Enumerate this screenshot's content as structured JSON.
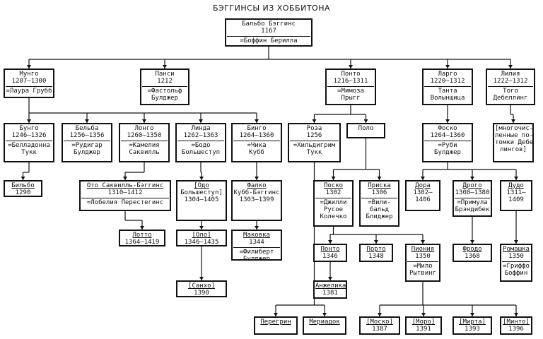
{
  "title": "БЭГГИНСЫ ИЗ ХОББИТОНА",
  "nodes": {
    "balbo": {
      "lines": [
        "Бальбо Бэггинс",
        "1167"
      ],
      "spouse": [
        "=Боффин Берилла"
      ]
    },
    "mungo": {
      "lines": [
        "Мунго",
        "1207–1300"
      ],
      "spouse": [
        "=Лаура Грубб"
      ]
    },
    "pansi": {
      "lines": [
        "Панси",
        "1212"
      ],
      "spouse": [
        "=Фастольф",
        "Булджер"
      ]
    },
    "ponto1": {
      "lines": [
        "Понто",
        "1216–1311"
      ],
      "spouse": [
        "=Мимоза",
        "Прыгг"
      ]
    },
    "largo": {
      "lines": [
        "Ларго",
        "1220–1312"
      ],
      "spouse": [
        "Танта",
        "Волынщица"
      ]
    },
    "liliya": {
      "lines": [
        "Лилия",
        "1222–1312"
      ],
      "spouse": [
        "Того",
        "Дебеллинг"
      ]
    },
    "bungo": {
      "lines": [
        "Бунго",
        "1246–1326"
      ],
      "spouse": [
        "=Белладонна",
        "Тукк"
      ]
    },
    "belba": {
      "lines": [
        "Бельба",
        "1256–1356"
      ],
      "spouse": [
        "=Рудигар",
        "Булджер"
      ]
    },
    "longo": {
      "lines": [
        "Лонго",
        "1260–1350"
      ],
      "spouse": [
        "=Камелия",
        "Саквилль"
      ]
    },
    "linda": {
      "lines": [
        "Линда",
        "1262–1363"
      ],
      "spouse": [
        "=Бодо",
        "Большеступ"
      ]
    },
    "bingo": {
      "lines": [
        "Бинго",
        "1264–1360"
      ],
      "spouse": [
        "=Чика",
        "Кубб"
      ]
    },
    "roza": {
      "lines": [
        "Роза",
        "1256"
      ],
      "spouse": [
        "=Хильдигрим",
        "Тукк"
      ]
    },
    "polo": {
      "lines": [
        "Поло"
      ],
      "spouse": []
    },
    "fosko": {
      "lines": [
        "Фоско",
        "1264–1360"
      ],
      "spouse": [
        "=Руби",
        "Булджер"
      ]
    },
    "mnogo": {
      "lines": [
        "[многочис-",
        "ленные по-",
        "томки Дебел-",
        "лингов]"
      ],
      "spouse": []
    },
    "bilbo": {
      "lines": [
        "Бильбо",
        "1290"
      ],
      "spouse": []
    },
    "oto": {
      "lines": [
        "Ото Саквилль-Бэггинс",
        "1310–1412"
      ],
      "spouse": [
        "=Лобелия Перестегинс"
      ]
    },
    "odo": {
      "lines": [
        "[Одо",
        "Большеступ]",
        "1304–1405"
      ],
      "spouse": []
    },
    "falko": {
      "lines": [
        "Фалко",
        "Кубб-Бэггинс",
        "1303–1399"
      ],
      "spouse": []
    },
    "posko": {
      "lines": [
        "Поско",
        "1302"
      ],
      "spouse": [
        "=Джилли",
        "Русое",
        "Колечко"
      ]
    },
    "priska": {
      "lines": [
        "Приска",
        "1306"
      ],
      "spouse": [
        "=Вили-",
        "бальд",
        "Блиджер"
      ]
    },
    "dora": {
      "lines": [
        "Дора",
        "1302–",
        "1406"
      ],
      "spouse": []
    },
    "drogo": {
      "lines": [
        "Дрого",
        "1308–1380"
      ],
      "spouse": [
        "=Примула",
        "Брэндибек"
      ]
    },
    "dudo": {
      "lines": [
        "Дудо",
        "1311–",
        "1409"
      ],
      "spouse": []
    },
    "lotto": {
      "lines": [
        "Лотто",
        "1364–1419"
      ],
      "spouse": []
    },
    "olo": {
      "lines": [
        "[Оло]",
        "1346–1435"
      ],
      "spouse": []
    },
    "makovka": {
      "lines": [
        "Маковка",
        "1344"
      ],
      "spouse": [
        "=Филиберт",
        "Булджер"
      ]
    },
    "ponto2": {
      "lines": [
        "Понто",
        "1346"
      ],
      "spouse": []
    },
    "porto": {
      "lines": [
        "Порто",
        "1348"
      ],
      "spouse": []
    },
    "pioniya": {
      "lines": [
        "Пиония",
        "1350"
      ],
      "spouse": [
        "=Мило",
        "Рытвинг"
      ]
    },
    "frodo": {
      "lines": [
        "Фродо",
        "1368"
      ],
      "spouse": []
    },
    "romashka": {
      "lines": [
        "Ромашка",
        "1350"
      ],
      "spouse": [
        "=Гриффо",
        "Боффин"
      ]
    },
    "sanho": {
      "lines": [
        "[Санхо]",
        "1390"
      ],
      "spouse": []
    },
    "anzhelika": {
      "lines": [
        "Анжелика",
        "1381"
      ],
      "spouse": []
    },
    "peregrin": {
      "lines": [
        "Перегрин"
      ],
      "spouse": []
    },
    "meriadok": {
      "lines": [
        "Мериадок"
      ],
      "spouse": []
    },
    "mosko": {
      "lines": [
        "[Моско]",
        "1387"
      ],
      "spouse": []
    },
    "moro": {
      "lines": [
        "[Моро]",
        "1391"
      ],
      "spouse": []
    },
    "mirta": {
      "lines": [
        "[Мирта]",
        "1393"
      ],
      "spouse": []
    },
    "minto": {
      "lines": [
        "[Минто]",
        "1396"
      ],
      "spouse": []
    }
  }
}
